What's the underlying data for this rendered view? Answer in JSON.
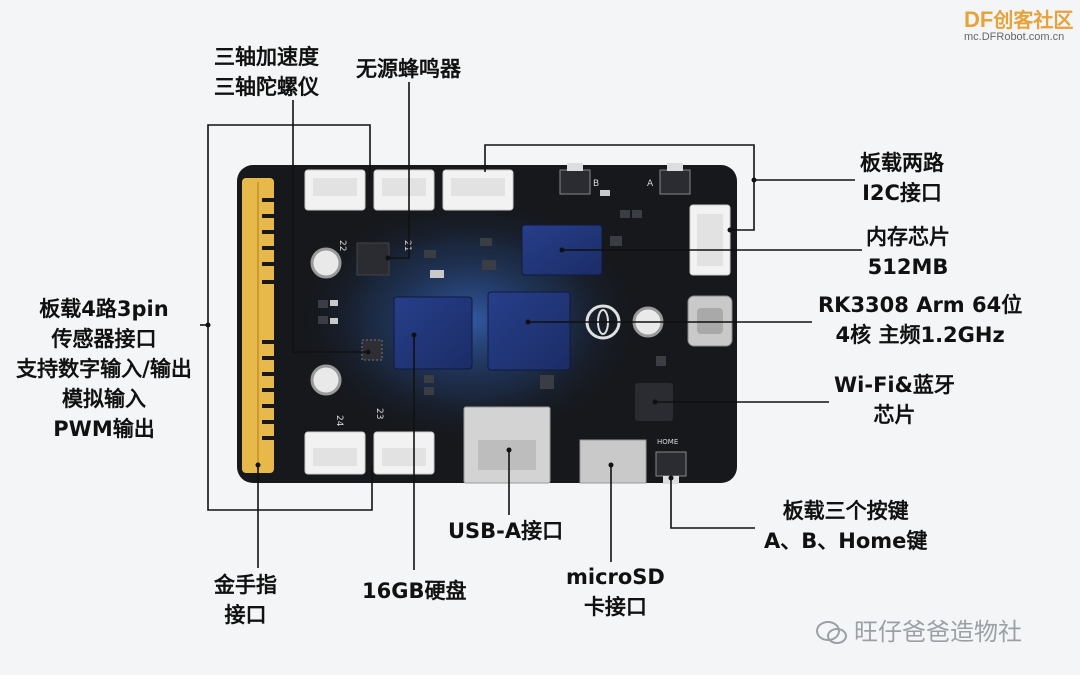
{
  "logo": {
    "brand": "DF",
    "name": "创客社区",
    "url": "mc.DFRobot.com.cn"
  },
  "labels": {
    "accel": [
      "三轴加速度",
      "三轴陀螺仪"
    ],
    "buzzer": "无源蜂鸣器",
    "i2c": [
      "板载两路",
      "I2C接口"
    ],
    "memory": [
      "内存芯片",
      "512MB"
    ],
    "cpu": [
      "RK3308 Arm 64位",
      "4核 主频1.2GHz"
    ],
    "wifi": [
      "Wi-Fi&蓝牙",
      "芯片"
    ],
    "buttons": [
      "板载三个按键",
      "A、B、Home键"
    ],
    "sensor": [
      "板载4路3pin",
      "传感器接口",
      "支持数字输入/输出",
      "模拟输入",
      "PWM输出"
    ],
    "gold": [
      "金手指",
      "接口"
    ],
    "storage": "16GB硬盘",
    "usb": "USB-A接口",
    "sd": [
      "microSD",
      "卡接口"
    ]
  },
  "silkscreen": {
    "btn_a": "A",
    "btn_b": "B",
    "home": "HOME",
    "p22": "22",
    "p21": "21",
    "p24": "24",
    "p23": "23"
  },
  "watermark": "旺仔爸爸造物社"
}
